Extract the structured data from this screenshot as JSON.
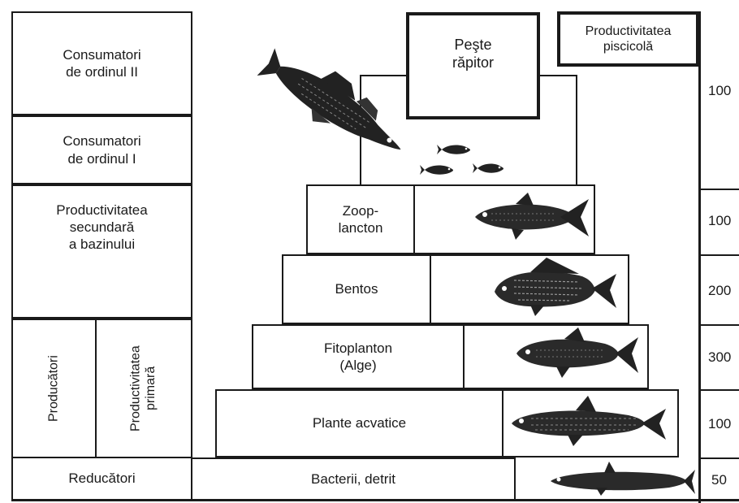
{
  "left_column": {
    "consumers_2": "Consumatori\nde ordinul II",
    "consumers_1": "Consumatori\nde ordinul I",
    "secondary_productivity": "Productivitatea\nsecundară\na bazinului",
    "producers": "Producători",
    "primary_productivity": "Productivitatea\nprimară",
    "decomposers": "Reducători"
  },
  "pyramid": {
    "predator_fish": "Peşte\nrăpitor",
    "zooplankton": "Zoop-\nlancton",
    "benthos": "Bentos",
    "phytoplankton": "Fitoplanton\n(Alge)",
    "aquatic_plants": "Plante acvatice",
    "bacteria": "Bacterii, detrit"
  },
  "right_column": {
    "header": "Productivitatea\npiscicolă",
    "values": [
      "100",
      "100",
      "200",
      "300",
      "100",
      "50"
    ]
  },
  "icons": [
    "predator-fish",
    "small-fish",
    "silver-carp",
    "common-carp",
    "bighead-carp",
    "grass-carp",
    "eel"
  ]
}
